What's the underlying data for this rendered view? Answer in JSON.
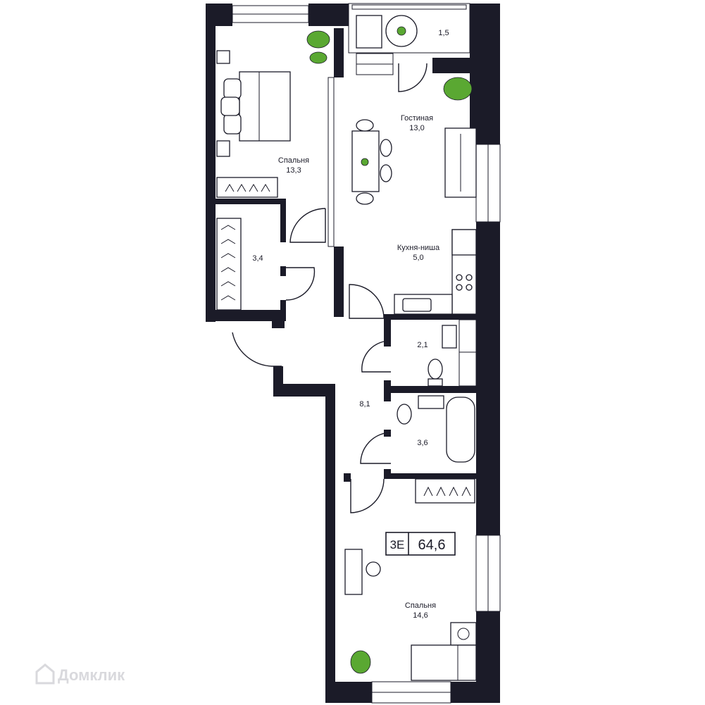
{
  "rooms": {
    "balcony": {
      "area": "1,5"
    },
    "bedroom_top": {
      "name": "Спальня",
      "area": "13,3"
    },
    "living": {
      "name": "Гостиная",
      "area": "13,0"
    },
    "closet": {
      "area": "3,4"
    },
    "kitchen": {
      "name": "Кухня-ниша",
      "area": "5,0"
    },
    "wc": {
      "area": "2,1"
    },
    "hall": {
      "area": "8,1"
    },
    "bath": {
      "area": "3,6"
    },
    "bedroom_bottom": {
      "name": "Спальня",
      "area": "14,6"
    }
  },
  "badge": {
    "type": "3Е",
    "total_area": "64,6"
  },
  "watermark": {
    "text": "Домклик",
    "icon": "house-logo-icon"
  },
  "colors": {
    "wall": "#1b1b28",
    "plant": "#5aa832",
    "watermark": "#d9d9dd"
  }
}
